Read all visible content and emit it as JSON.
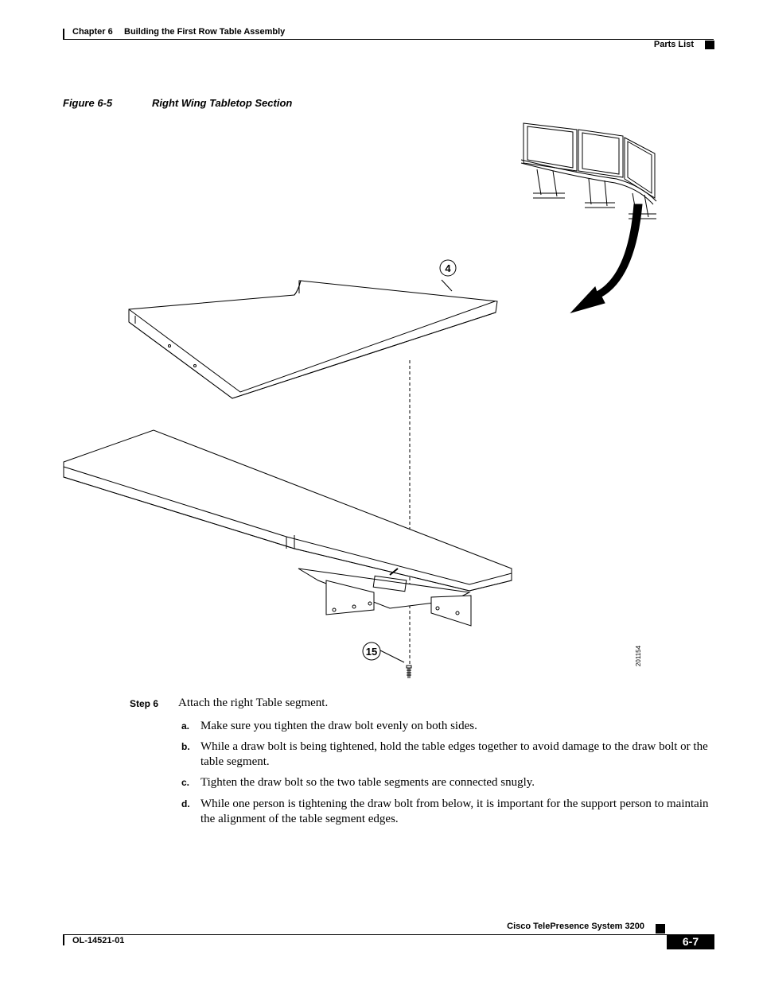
{
  "header": {
    "chapter": "Chapter 6",
    "chapter_title": "Building the First Row Table Assembly",
    "section": "Parts List"
  },
  "figure": {
    "label": "Figure 6-5",
    "title": "Right Wing Tabletop Section",
    "callout_top": "4",
    "callout_bottom": "15",
    "art_number": "201154"
  },
  "step": {
    "label": "Step 6",
    "text": "Attach the right Table segment.",
    "substeps": [
      {
        "letter": "a.",
        "text": "Make sure you tighten the draw bolt evenly on both sides."
      },
      {
        "letter": "b.",
        "text": "While a draw bolt is being tightened, hold the table edges together to avoid damage to the draw bolt or the table segment."
      },
      {
        "letter": "c.",
        "text": "Tighten the draw bolt so the two table segments are connected snugly."
      },
      {
        "letter": "d.",
        "text": "While one person is tightening the draw bolt from below, it is important for the support person to maintain the alignment of the table segment edges."
      }
    ]
  },
  "footer": {
    "doc_number": "OL-14521-01",
    "product": "Cisco TelePresence System 3200",
    "page": "6-7"
  }
}
